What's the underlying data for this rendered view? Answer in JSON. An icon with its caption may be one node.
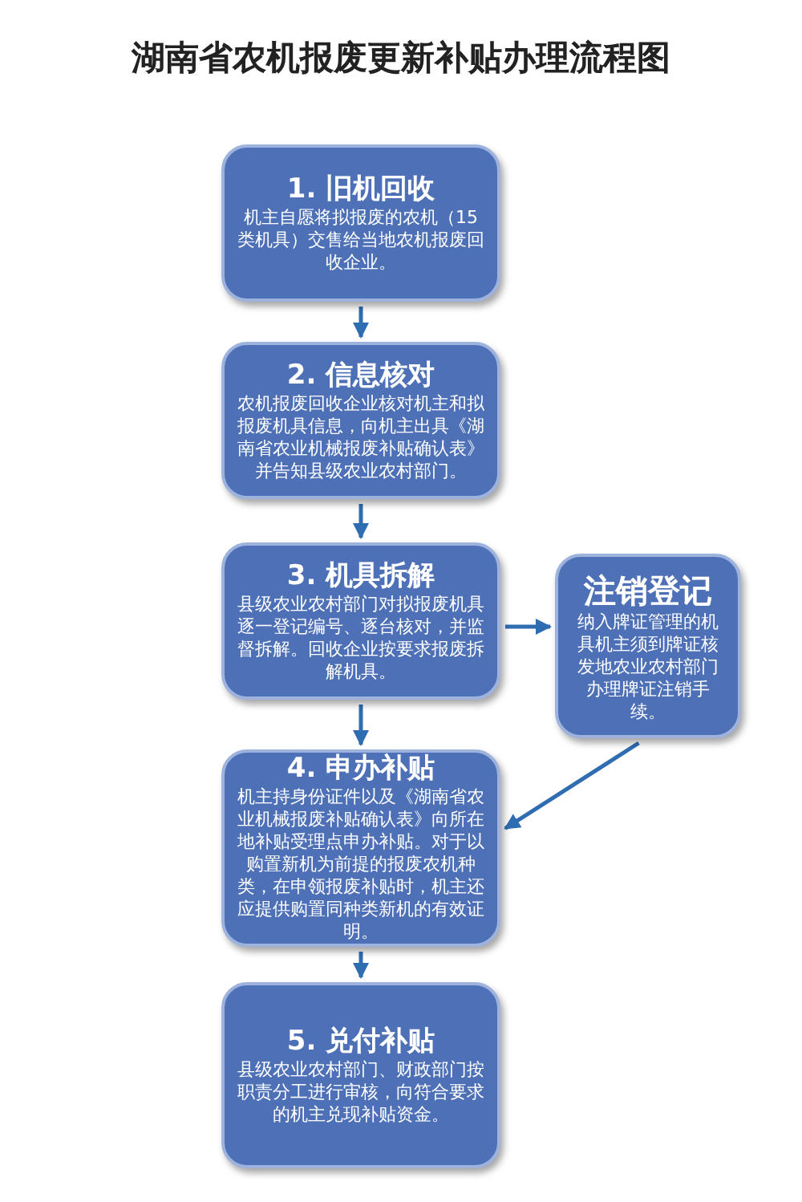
{
  "diagram": {
    "title": "湖南省农机报废更新补贴办理流程图",
    "nodes": [
      {
        "text": [
          "1. 旧机回收",
          "机主自愿将拟报废的农机（15类机具）交售给当地农机报废回收企业。"
        ]
      },
      {
        "text": [
          "2. 信息核对",
          "农机报废回收企业核对机主和拟报废机具信息，向机主出具《湖南省农业机械报废补贴确认表》并告知县级农业农村部门。"
        ]
      },
      {
        "text": [
          "3. 机具拆解",
          "县级农业农村部门对拟报废机具逐一登记编号、逐台核对，并监督拆解。回收企业按要求报废拆解机具。"
        ]
      },
      {
        "text": [
          "注销登记",
          "纳入牌证管理的机具机主须到牌证核发地农业农村部门办理牌证注销手续。"
        ]
      },
      {
        "text": [
          "4. 申办补贴",
          "机主持身份证件以及《湖南省农业机械报废补贴确认表》向所在地补贴受理点申办补贴。对于以购置新机为前提的报废农机种类，在申领报废补贴时，机主还应提供购置同种类新机的有效证明。"
        ]
      },
      {
        "text": [
          "5. 兑付补贴",
          "县级农业农村部门、财政部门按职责分工进行审核，向符合要求的机主兑现补贴资金。"
        ]
      }
    ],
    "edges": [
      {
        "from": 0,
        "to": 1,
        "arrow": "to"
      },
      {
        "from": 1,
        "to": 2,
        "arrow": "to"
      },
      {
        "from": 2,
        "to": 4,
        "arrow": "to"
      },
      {
        "from": 4,
        "to": 5,
        "arrow": "to"
      },
      {
        "from": 2,
        "to": 3,
        "arrow": "to"
      },
      {
        "from": 3,
        "to": 4,
        "arrow": "to"
      }
    ]
  }
}
